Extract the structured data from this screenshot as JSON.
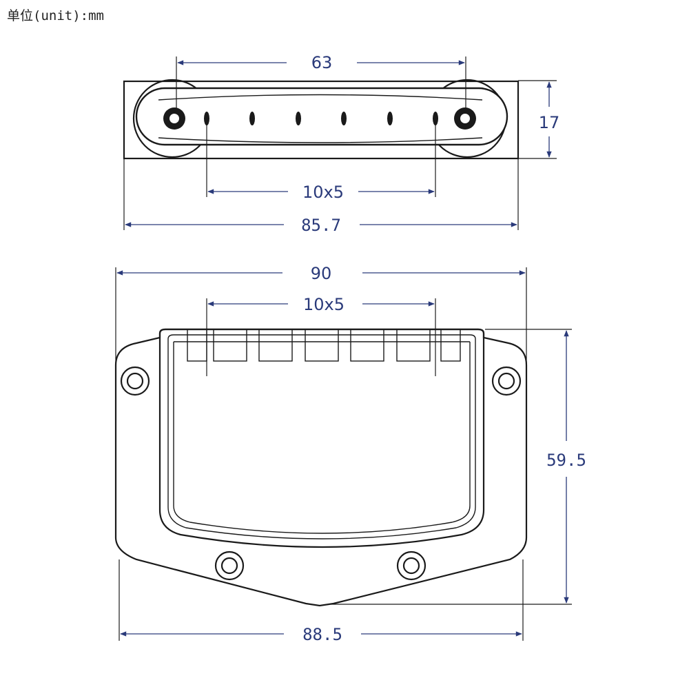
{
  "unit_label": "单位(unit):mm",
  "top_view": {
    "dim_screw_spacing": "63",
    "dim_height": "17",
    "dim_string_spacing": "10x5",
    "dim_total_width": "85.7"
  },
  "bottom_view": {
    "dim_total_width": "90",
    "dim_string_spacing": "10x5",
    "dim_height": "59.5",
    "dim_base_width": "88.5"
  },
  "colors": {
    "dimension": "#2a3a7a",
    "outline": "#1a1a1a"
  }
}
